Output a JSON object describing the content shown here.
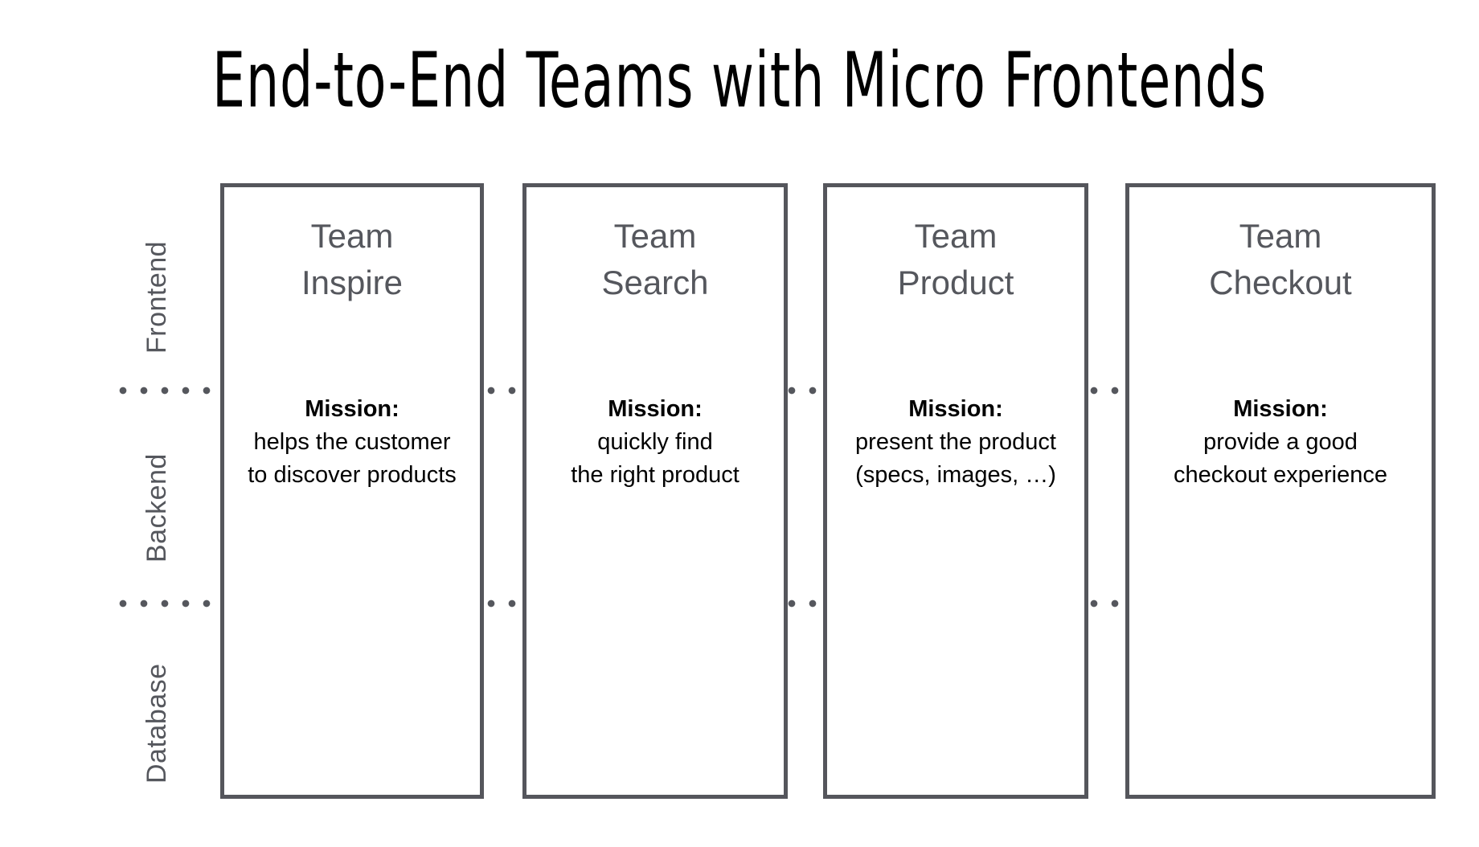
{
  "slide": {
    "title": "End-to-End Teams with Micro Frontends",
    "background_color": "#ffffff",
    "accent_color": "#55565c",
    "text_gray": "#55575d",
    "text_black": "#000000"
  },
  "layers": [
    {
      "label": "Frontend"
    },
    {
      "label": "Backend"
    },
    {
      "label": "Database"
    }
  ],
  "separators": [
    {
      "name": "frontend-backend-divider",
      "style": "dotted"
    },
    {
      "name": "backend-database-divider",
      "style": "dotted"
    }
  ],
  "teams": [
    {
      "name_line_1": "Team",
      "name_line_2": "Inspire",
      "mission_heading": "Mission:",
      "mission_line_1": "helps the customer",
      "mission_line_2": "to discover products"
    },
    {
      "name_line_1": "Team",
      "name_line_2": "Search",
      "mission_heading": "Mission:",
      "mission_line_1": "quickly find",
      "mission_line_2": "the right product"
    },
    {
      "name_line_1": "Team",
      "name_line_2": "Product",
      "mission_heading": "Mission:",
      "mission_line_1": "present the product",
      "mission_line_2": "(specs, images, …)"
    },
    {
      "name_line_1": "Team",
      "name_line_2": "Checkout",
      "mission_heading": "Mission:",
      "mission_line_1": "provide a good",
      "mission_line_2": "checkout experience"
    }
  ]
}
